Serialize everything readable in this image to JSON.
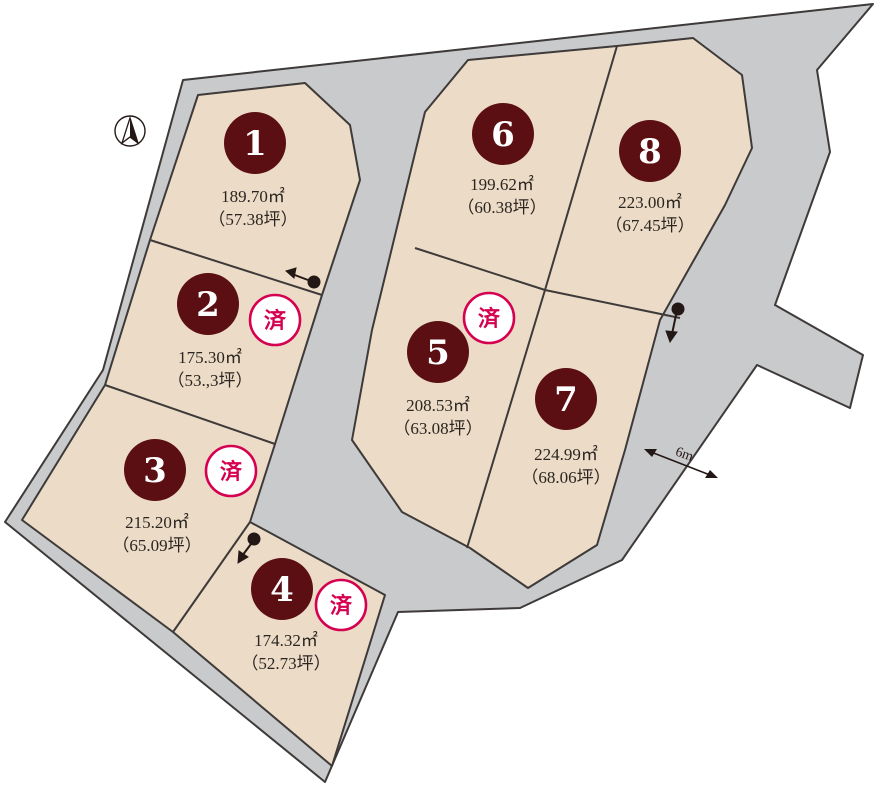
{
  "map": {
    "compass_label": "N",
    "road_width_label": "6m",
    "sold_label": "済",
    "colors": {
      "road": "#c9cacb",
      "lot": "#ecdcc7",
      "lot_number": "#5b0f13",
      "sold": "#d5004f"
    },
    "lots": [
      {
        "number": "1",
        "area_m2": "189.70㎡",
        "area_tsubo": "（57.38坪）",
        "sold": false
      },
      {
        "number": "2",
        "area_m2": "175.30㎡",
        "area_tsubo": "（53.,3坪）",
        "sold": true
      },
      {
        "number": "3",
        "area_m2": "215.20㎡",
        "area_tsubo": "（65.09坪）",
        "sold": true
      },
      {
        "number": "4",
        "area_m2": "174.32㎡",
        "area_tsubo": "（52.73坪）",
        "sold": true
      },
      {
        "number": "5",
        "area_m2": "208.53㎡",
        "area_tsubo": "（63.08坪）",
        "sold": true
      },
      {
        "number": "6",
        "area_m2": "199.62㎡",
        "area_tsubo": "（60.38坪）",
        "sold": false
      },
      {
        "number": "7",
        "area_m2": "224.99㎡",
        "area_tsubo": "（68.06坪）",
        "sold": false
      },
      {
        "number": "8",
        "area_m2": "223.00㎡",
        "area_tsubo": "（67.45坪）",
        "sold": false
      }
    ]
  }
}
